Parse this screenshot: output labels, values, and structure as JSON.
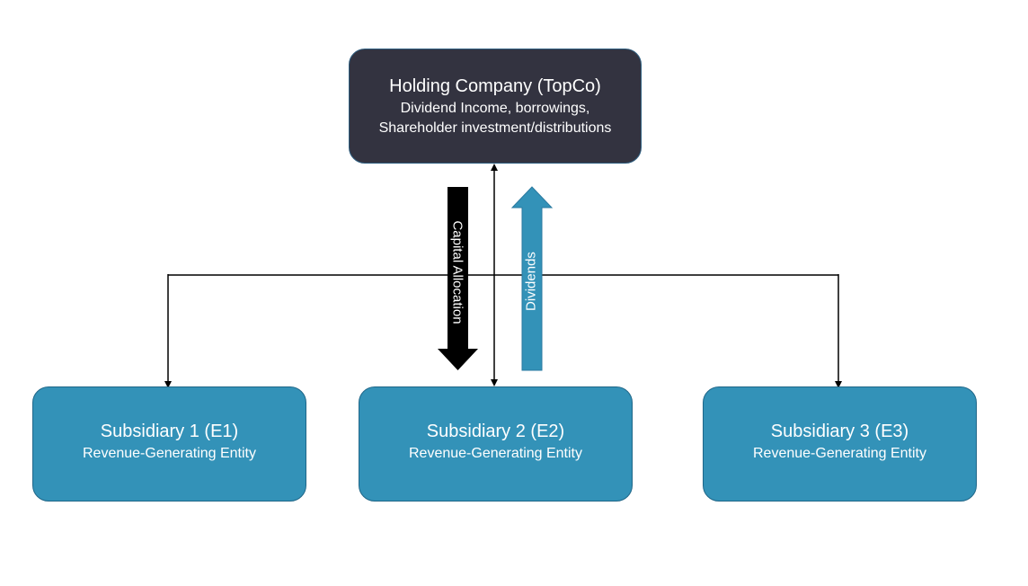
{
  "topco": {
    "title": "Holding Company (TopCo)",
    "line1": "Dividend Income, borrowings,",
    "line2": "Shareholder investment/distributions"
  },
  "subsidiaries": [
    {
      "title": "Subsidiary 1 (E1)",
      "subtitle": "Revenue-Generating Entity"
    },
    {
      "title": "Subsidiary 2 (E2)",
      "subtitle": "Revenue-Generating Entity"
    },
    {
      "title": "Subsidiary 3 (E3)",
      "subtitle": "Revenue-Generating Entity"
    }
  ],
  "arrows": {
    "capital_allocation": "Capital Allocation",
    "dividends": "Dividends"
  },
  "colors": {
    "topco_fill": "#333340",
    "subsidiary_fill": "#3392b8",
    "dividends_arrow": "#3392b8",
    "capital_arrow": "#000000",
    "connector": "#000000"
  }
}
